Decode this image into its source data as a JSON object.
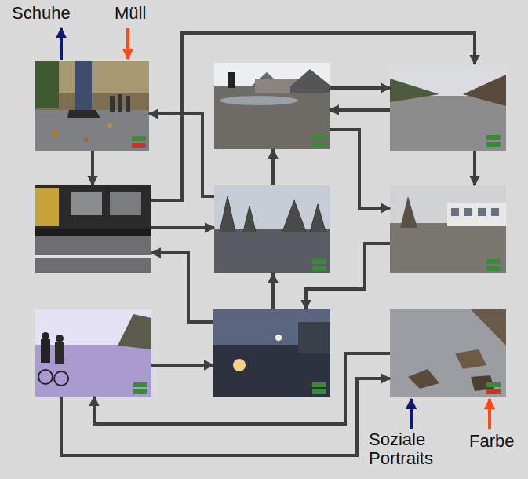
{
  "diagram": {
    "nodes": [
      {
        "text": [
          "Schuhe",
          "Müll"
        ]
      },
      {
        "text": []
      },
      {
        "text": []
      },
      {
        "text": []
      },
      {
        "text": []
      },
      {
        "text": []
      },
      {
        "text": []
      },
      {
        "text": []
      },
      {
        "text": [
          "Soziale Portraits",
          "Farbe"
        ]
      }
    ],
    "edges": [
      {
        "from": 0,
        "to": 3,
        "arrow": "to"
      },
      {
        "from": 3,
        "to": 2,
        "arrow": "to"
      },
      {
        "from": 3,
        "to": 4,
        "arrow": "to"
      },
      {
        "from": 4,
        "to": 0,
        "arrow": "to"
      },
      {
        "from": 4,
        "to": 1,
        "arrow": "to"
      },
      {
        "from": 1,
        "to": 2,
        "arrow": "to"
      },
      {
        "from": 2,
        "to": 1,
        "arrow": "to"
      },
      {
        "from": 1,
        "to": 5,
        "arrow": "to"
      },
      {
        "from": 2,
        "to": 5,
        "arrow": "to"
      },
      {
        "from": 5,
        "to": 7,
        "arrow": "to"
      },
      {
        "from": 7,
        "to": 4,
        "arrow": "to"
      },
      {
        "from": 7,
        "to": 3,
        "arrow": "to"
      },
      {
        "from": 6,
        "to": 7,
        "arrow": "to"
      },
      {
        "from": 8,
        "to": 6,
        "arrow": "to"
      },
      {
        "from": 6,
        "to": 8,
        "arrow": "to"
      }
    ]
  }
}
